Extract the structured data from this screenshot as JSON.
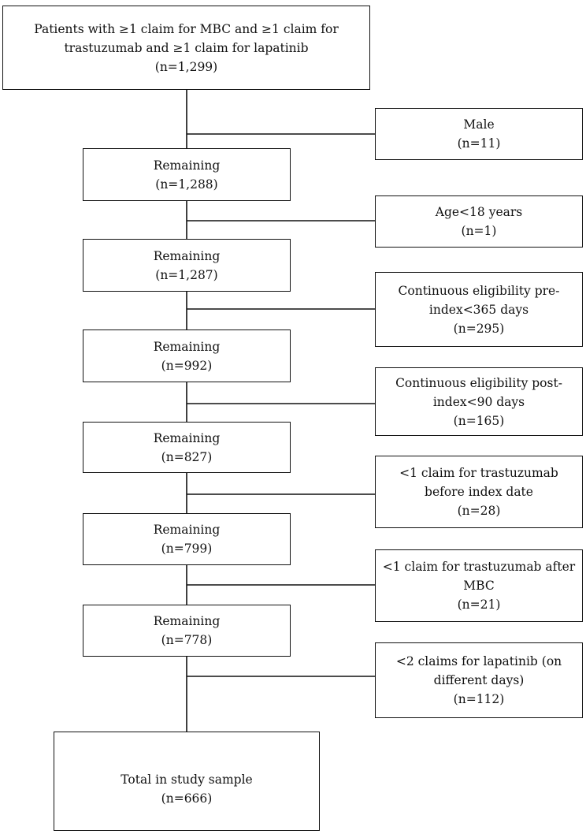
{
  "top_box": {
    "line1": "Patients with ≥1 claim for MBC and ≥1 claim for",
    "line2": "trastuzumab and ≥1 claim for lapatinib",
    "count": "(n=1,299)"
  },
  "remaining_boxes": [
    {
      "label": "Remaining",
      "count": "(n=1,288)"
    },
    {
      "label": "Remaining",
      "count": "(n=1,287)"
    },
    {
      "label": "Remaining",
      "count": "(n=992)"
    },
    {
      "label": "Remaining",
      "count": "(n=827)"
    },
    {
      "label": "Remaining",
      "count": "(n=799)"
    },
    {
      "label": "Remaining",
      "count": "(n=778)"
    }
  ],
  "exclusion_boxes": [
    {
      "line1": "Male",
      "line2": "",
      "count": "(n=11)"
    },
    {
      "line1": "Age<18 years",
      "line2": "",
      "count": "(n=1)"
    },
    {
      "line1": "Continuous eligibility pre-",
      "line2": "index<365 days",
      "count": "(n=295)"
    },
    {
      "line1": "Continuous eligibility post-",
      "line2": "index<90 days",
      "count": "(n=165)"
    },
    {
      "line1": "<1 claim for trastuzumab",
      "line2": "before index date",
      "count": "(n=28)"
    },
    {
      "line1": "<1 claim for trastuzumab after",
      "line2": "MBC",
      "count": "(n=21)"
    },
    {
      "line1": "<2 claims for lapatinib (on",
      "line2": "different days)",
      "count": "(n=112)"
    }
  ],
  "final_box": {
    "label": "Total in study sample",
    "count": "(n=666)"
  }
}
